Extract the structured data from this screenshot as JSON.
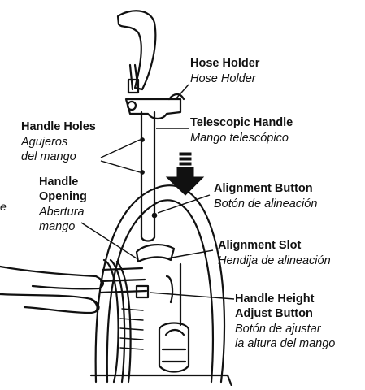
{
  "labels": {
    "hose_holder": {
      "en": "Hose Holder",
      "es": "Hose Holder"
    },
    "telescopic_handle": {
      "en": "Telescopic Handle",
      "es": "Mango telescópico"
    },
    "handle_holes": {
      "en": "Handle Holes",
      "es_line1": "Agujeros",
      "es_line2": "del mango"
    },
    "handle_opening": {
      "en_line1": "Handle",
      "en_line2": "Opening",
      "es_line1": "Abertura",
      "es_line2": "mango"
    },
    "alignment_button": {
      "en": "Alignment Button",
      "es": "Botón de alineación"
    },
    "alignment_slot": {
      "en": "Alignment Slot",
      "es": "Hendija de alineación"
    },
    "handle_height_adjust_button": {
      "en_line1": "Handle Height",
      "en_line2": "Adjust Button",
      "es_line1": "Botón de ajustar",
      "es_line2": "la altura del mango"
    },
    "edge_fragment": "e"
  }
}
